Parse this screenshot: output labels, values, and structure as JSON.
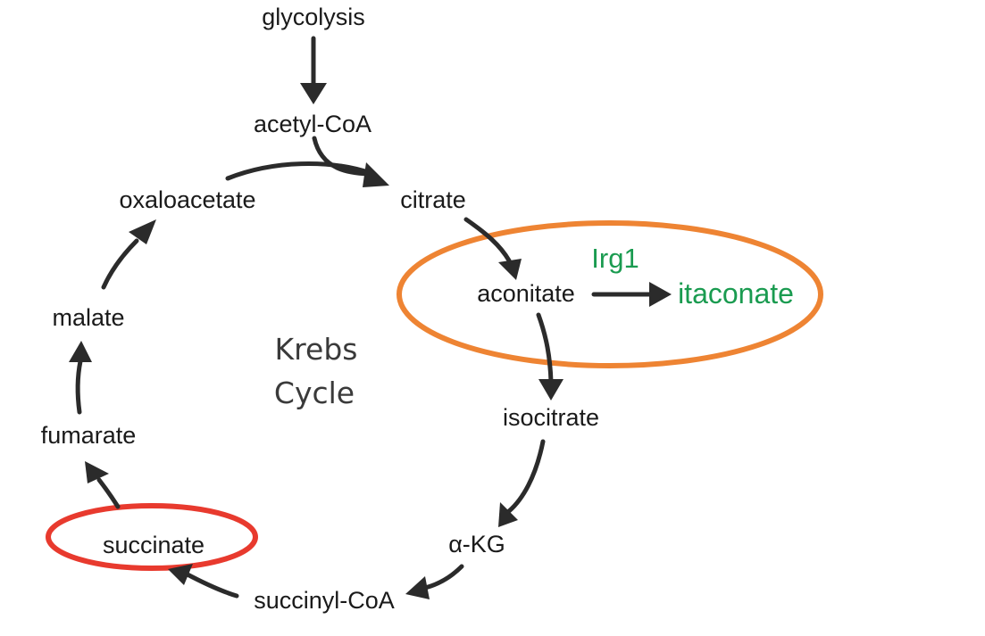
{
  "nodes": {
    "glycolysis": "glycolysis",
    "acetyl_coa": "acetyl-CoA",
    "citrate": "citrate",
    "aconitate": "aconitate",
    "isocitrate": "isocitrate",
    "alpha_kg": "α-KG",
    "succinyl_coa": "succinyl-CoA",
    "succinate": "succinate",
    "fumarate": "fumarate",
    "malate": "malate",
    "oxaloacetate": "oxaloacetate"
  },
  "branch": {
    "enzyme": "Irg1",
    "product": "itaconate"
  },
  "cycle_label": {
    "line1": "Krebs",
    "line2": "Cycle"
  },
  "colors": {
    "arrow": "#2b2b2b",
    "branch_text": "#1a9b50",
    "aconitate_highlight": "#ee8433",
    "succinate_highlight": "#e83a2e"
  }
}
